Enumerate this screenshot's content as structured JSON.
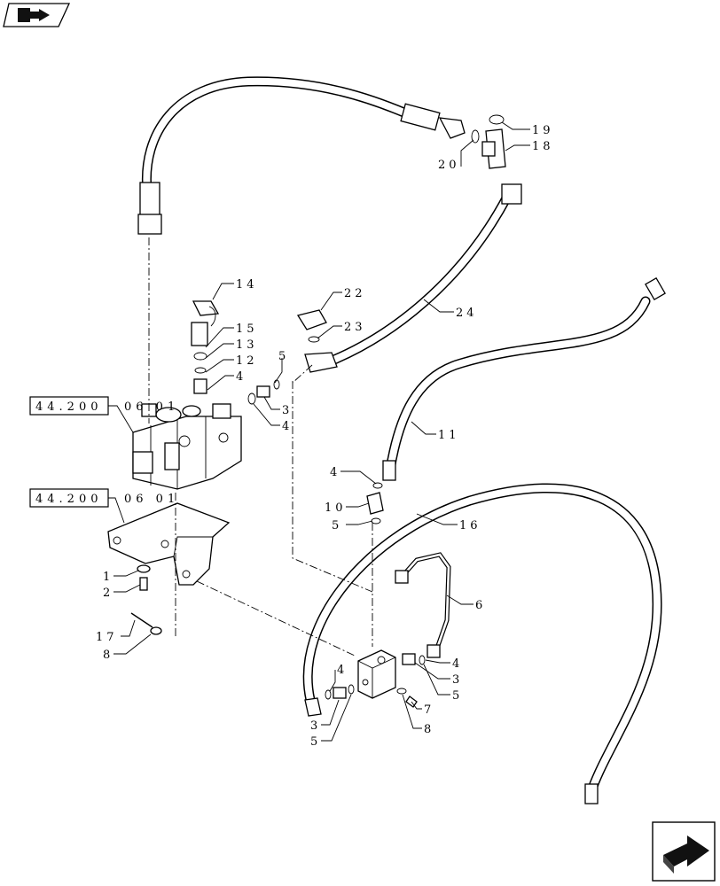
{
  "nav": {
    "back_icon": "book-arrow-icon",
    "forward_icon": "next-page-arrow-icon"
  },
  "references": [
    {
      "id": "ref-a",
      "box": "44.200",
      "suffix": "06 01"
    },
    {
      "id": "ref-b",
      "box": "44.200",
      "suffix": "06 01"
    }
  ],
  "callouts": {
    "c19": "19",
    "c18": "18",
    "c20": "20",
    "c14": "14",
    "c15": "15",
    "c13": "13",
    "c12": "12",
    "c4a": "4",
    "c22": "22",
    "c23": "23",
    "c24": "24",
    "c5a": "5",
    "c3a": "3",
    "c4b": "4",
    "c11": "11",
    "c4c": "4",
    "c10": "10",
    "c5b": "5",
    "c16": "16",
    "c1": "1",
    "c2": "2",
    "c17": "17",
    "c8a": "8",
    "c6": "6",
    "c4d": "4",
    "c3b": "3",
    "c5c": "5",
    "c4e": "4",
    "c3c": "3",
    "c5d": "5",
    "c7": "7",
    "c8b": "8"
  }
}
